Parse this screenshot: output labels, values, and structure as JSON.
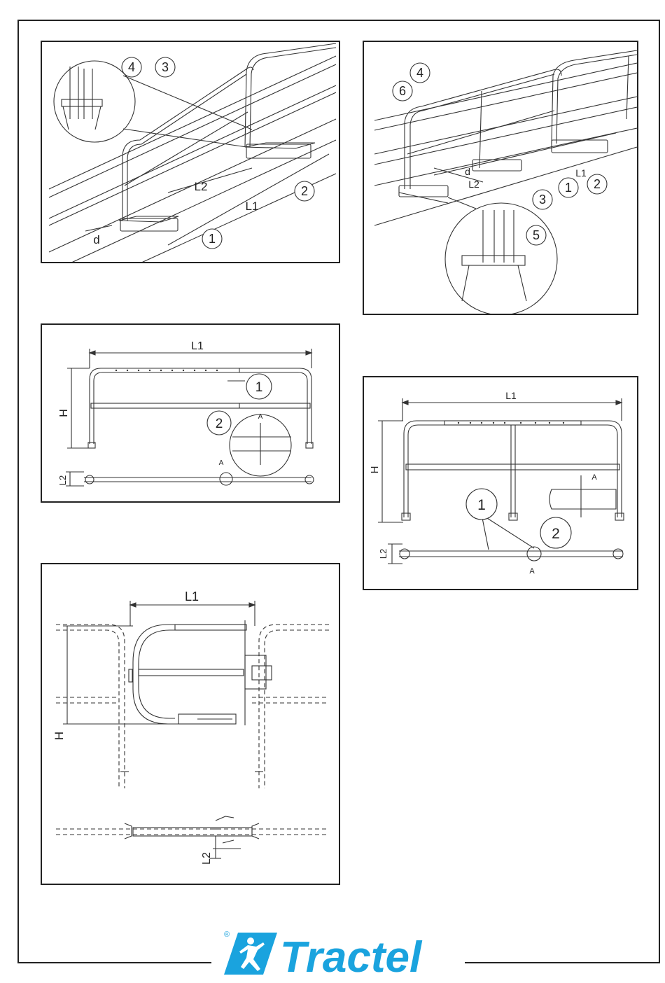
{
  "page": {
    "brand": "Tractel",
    "registered_mark": "®",
    "brand_color": "#1aa3de"
  },
  "fig1": {
    "labels": {
      "n1": "1",
      "n2": "2",
      "n3": "3",
      "n4": "4",
      "d": "d",
      "L1": "L1",
      "L2": "L2"
    }
  },
  "fig2": {
    "labels": {
      "n1": "1",
      "n2": "2",
      "n3": "3",
      "n4": "4",
      "n5": "5",
      "n6": "6",
      "d": "d",
      "L1": "L1",
      "L2": "L2"
    }
  },
  "fig3": {
    "labels": {
      "L1": "L1",
      "H": "H",
      "L2": "L2",
      "n1": "1",
      "n2": "2",
      "A_top": "A",
      "A_bottom": "A"
    }
  },
  "fig4": {
    "labels": {
      "L1": "L1",
      "H": "H",
      "L2": "L2",
      "n1": "1",
      "n2": "2",
      "A_top": "A",
      "A_bottom": "A"
    }
  },
  "fig5": {
    "labels": {
      "L1": "L1",
      "H": "H",
      "L2": "L2"
    }
  }
}
